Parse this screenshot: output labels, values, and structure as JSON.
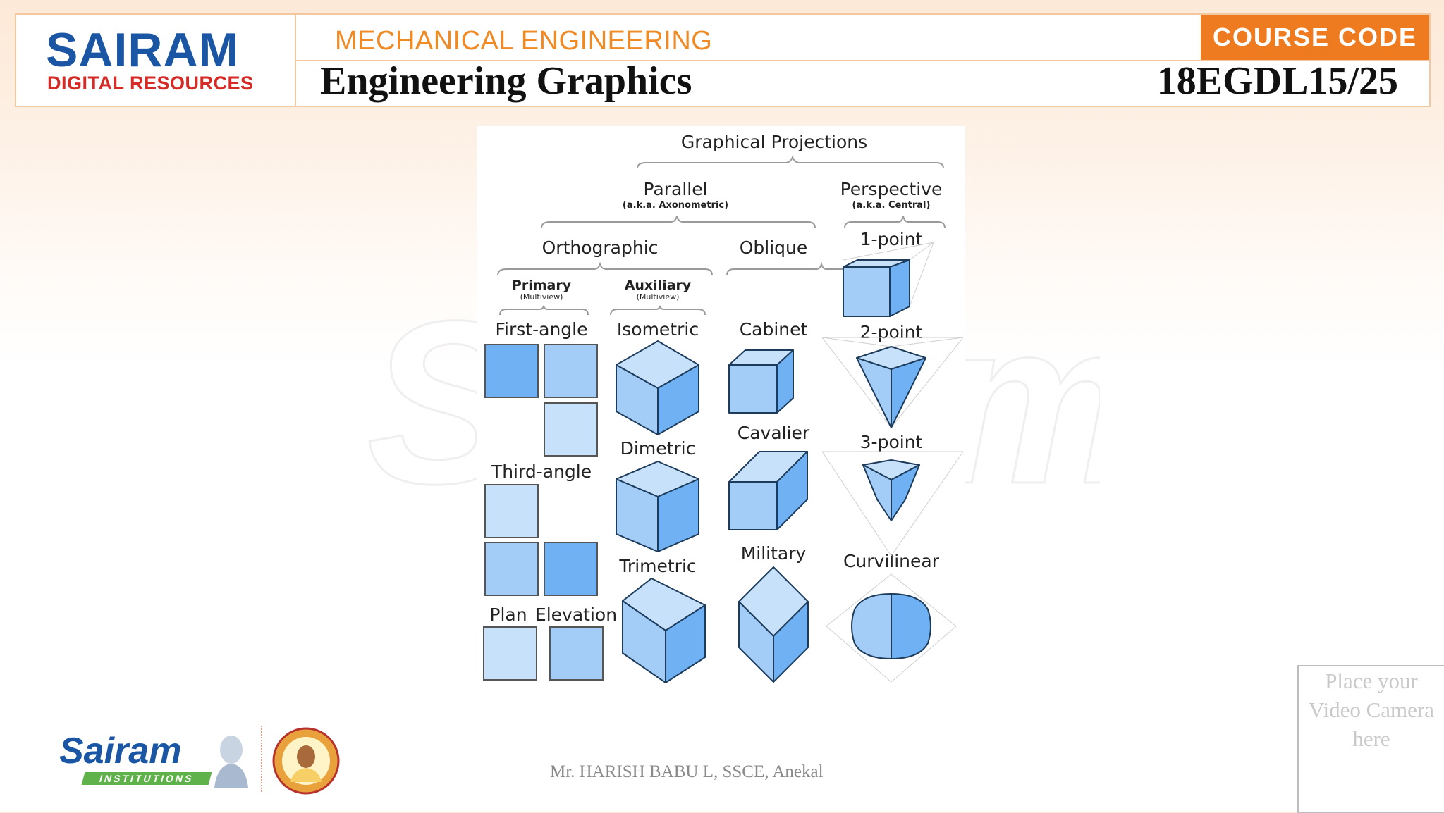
{
  "header": {
    "logo_main": "SAIRAM",
    "logo_sub": "DIGITAL RESOURCES",
    "department": "MECHANICAL ENGINEERING",
    "subject": "Engineering Graphics",
    "course_code_label": "COURSE CODE",
    "course_code": "18EGDL15/25"
  },
  "diagram": {
    "root": "Graphical Projections",
    "parallel": "Parallel",
    "parallel_sub": "(a.k.a. Axonometric)",
    "perspective": "Perspective",
    "perspective_sub": "(a.k.a. Central)",
    "orthographic": "Orthographic",
    "oblique": "Oblique",
    "primary": "Primary",
    "primary_sub": "(Multiview)",
    "auxiliary": "Auxiliary",
    "auxiliary_sub": "(Multiview)",
    "first_angle": "First-angle",
    "third_angle": "Third-angle",
    "plan": "Plan",
    "elevation": "Elevation",
    "isometric": "Isometric",
    "dimetric": "Dimetric",
    "trimetric": "Trimetric",
    "cabinet": "Cabinet",
    "cavalier": "Cavalier",
    "military": "Military",
    "one_point": "1-point",
    "two_point": "2-point",
    "three_point": "3-point",
    "curvilinear": "Curvilinear"
  },
  "colors": {
    "face_light": "#c7e1fb",
    "face_mid": "#a3cdf7",
    "face_dark": "#6fb1f2",
    "edge": "#1d3c5c",
    "brand_blue": "#1b56a4",
    "brand_orange": "#ee7b1f"
  },
  "watermark": "Sairam",
  "footer": {
    "credit": "Mr. HARISH BABU L, SSCE, Anekal",
    "camera_placeholder": "Place your Video Camera here",
    "bottom_logo": "Sairam",
    "bottom_logo_sub": "INSTITUTIONS"
  }
}
